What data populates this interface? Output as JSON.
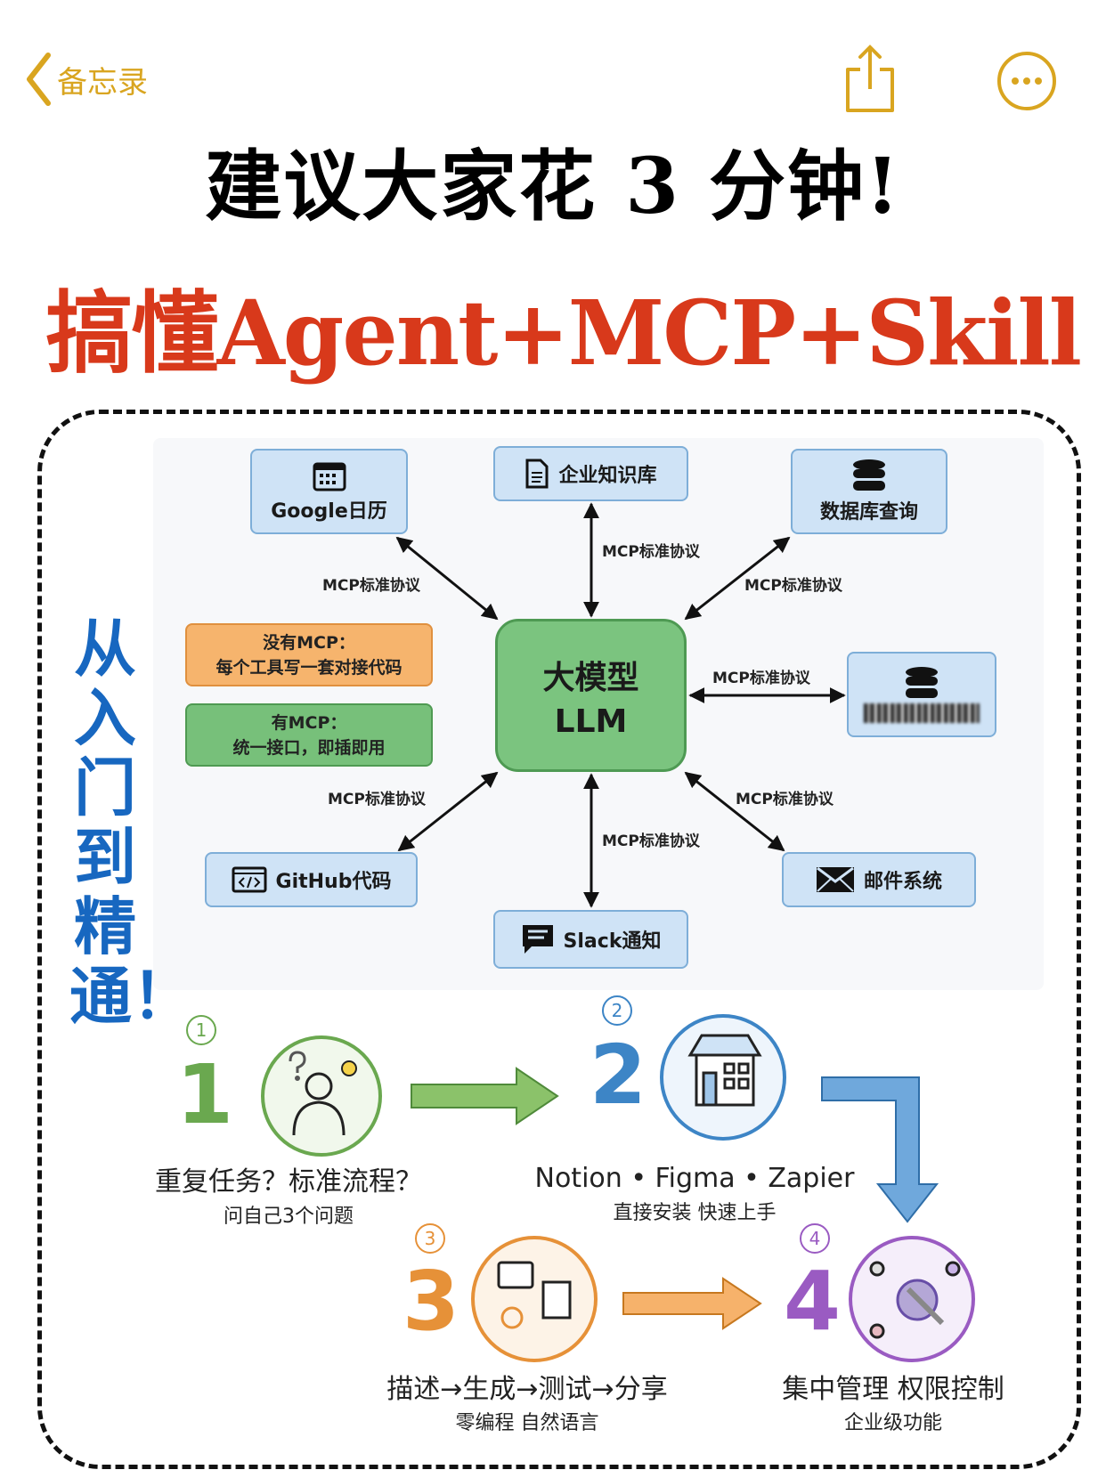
{
  "nav": {
    "back_label": "备忘录",
    "share_icon": "share-icon",
    "more_icon": "ellipsis-circle-icon",
    "accent": "#d9a520"
  },
  "title": {
    "line1": "建议大家花 3 分钟!",
    "line2": "搞懂Agent+MCP+Skill",
    "line2_color": "#d8391b"
  },
  "side_text": "从入门到精通！",
  "diagram": {
    "center": {
      "line1": "大模型",
      "line2": "LLM"
    },
    "tools": {
      "google": "Google日历",
      "knowledge": "企业知识库",
      "database": "数据库查询",
      "github": "GitHub代码",
      "mail": "邮件系统",
      "slack": "Slack通知"
    },
    "protocol_label": "MCP标准协议",
    "no_mcp": {
      "title": "没有MCP：",
      "text": "每个工具写一套对接代码"
    },
    "with_mcp": {
      "title": "有MCP：",
      "text": "统一接口，即插即用"
    }
  },
  "steps": [
    {
      "num": "1",
      "circled": "①",
      "caption": "重复任务？标准流程？",
      "sub": "问自己3个问题",
      "color": "#6aa84f"
    },
    {
      "num": "2",
      "circled": "②",
      "caption": "Notion • Figma • Zapier",
      "sub": "直接安装 快速上手",
      "color": "#3d85c6"
    },
    {
      "num": "3",
      "circled": "③",
      "caption": "描述→生成→测试→分享",
      "sub": "零编程 自然语言",
      "color": "#e69138"
    },
    {
      "num": "4",
      "circled": "④",
      "caption": "集中管理 权限控制",
      "sub": "企业级功能",
      "color": "#9a5bc2"
    }
  ]
}
